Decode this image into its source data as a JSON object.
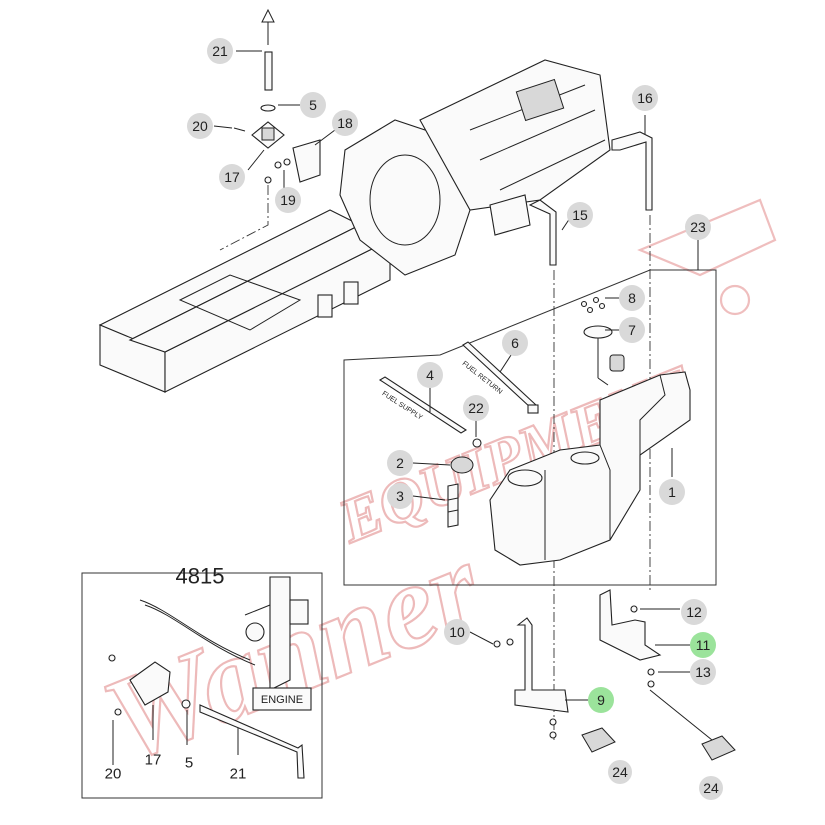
{
  "callouts": [
    {
      "id": "c21-top",
      "label": "21",
      "highlight": false
    },
    {
      "id": "c5-top",
      "label": "5",
      "highlight": false
    },
    {
      "id": "c20-top",
      "label": "20",
      "highlight": false
    },
    {
      "id": "c18",
      "label": "18",
      "highlight": false
    },
    {
      "id": "c17-top",
      "label": "17",
      "highlight": false
    },
    {
      "id": "c19",
      "label": "19",
      "highlight": false
    },
    {
      "id": "c16",
      "label": "16",
      "highlight": false
    },
    {
      "id": "c15",
      "label": "15",
      "highlight": false
    },
    {
      "id": "c23",
      "label": "23",
      "highlight": false
    },
    {
      "id": "c8",
      "label": "8",
      "highlight": false
    },
    {
      "id": "c7",
      "label": "7",
      "highlight": false
    },
    {
      "id": "c6",
      "label": "6",
      "highlight": false
    },
    {
      "id": "c4",
      "label": "4",
      "highlight": false
    },
    {
      "id": "c22",
      "label": "22",
      "highlight": false
    },
    {
      "id": "c2",
      "label": "2",
      "highlight": false
    },
    {
      "id": "c3",
      "label": "3",
      "highlight": false
    },
    {
      "id": "c1",
      "label": "1",
      "highlight": false
    },
    {
      "id": "c12",
      "label": "12",
      "highlight": false
    },
    {
      "id": "c11",
      "label": "11",
      "highlight": true
    },
    {
      "id": "c13",
      "label": "13",
      "highlight": false
    },
    {
      "id": "c10",
      "label": "10",
      "highlight": false
    },
    {
      "id": "c9",
      "label": "9",
      "highlight": true
    },
    {
      "id": "c24-a",
      "label": "24",
      "highlight": false
    },
    {
      "id": "c24-b",
      "label": "24",
      "highlight": false
    }
  ],
  "inset": {
    "model": "4815",
    "engine_label": "ENGINE",
    "labels": {
      "l20": "20",
      "l17": "17",
      "l5": "5",
      "l21": "21"
    }
  },
  "hose_labels": {
    "fuel_supply": "FUEL SUPPLY",
    "fuel_return": "FUEL RETURN"
  },
  "watermark": "WannerEQUIPMENT",
  "colors": {
    "callout_fill": "#d9d9d9",
    "callout_highlight": "#9be39b",
    "watermark": "#e8a3a3"
  }
}
